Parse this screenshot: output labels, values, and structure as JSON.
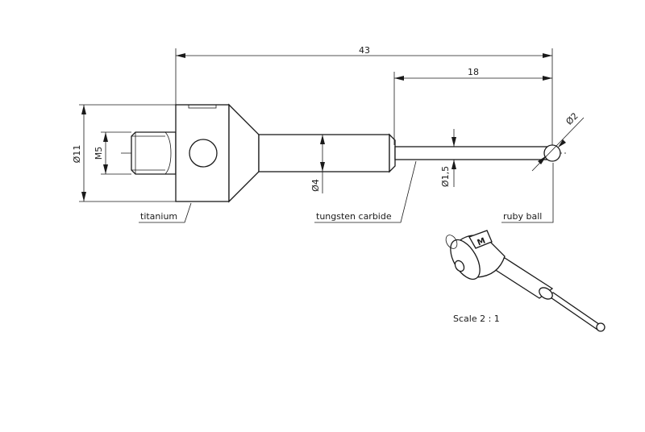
{
  "dimensions": {
    "overall_length": "43",
    "tip_length": "18",
    "body_diameter": "Ø11",
    "thread": "M5",
    "stem_diameter": "Ø4",
    "tip_diameter": "Ø1,5",
    "ball_diameter": "Ø2"
  },
  "labels": {
    "body_material": "titanium",
    "tip_material": "tungsten carbide",
    "ball_material": "ruby ball"
  },
  "iso_view": {
    "scale": "Scale 2 : 1",
    "logo_text": "M"
  }
}
